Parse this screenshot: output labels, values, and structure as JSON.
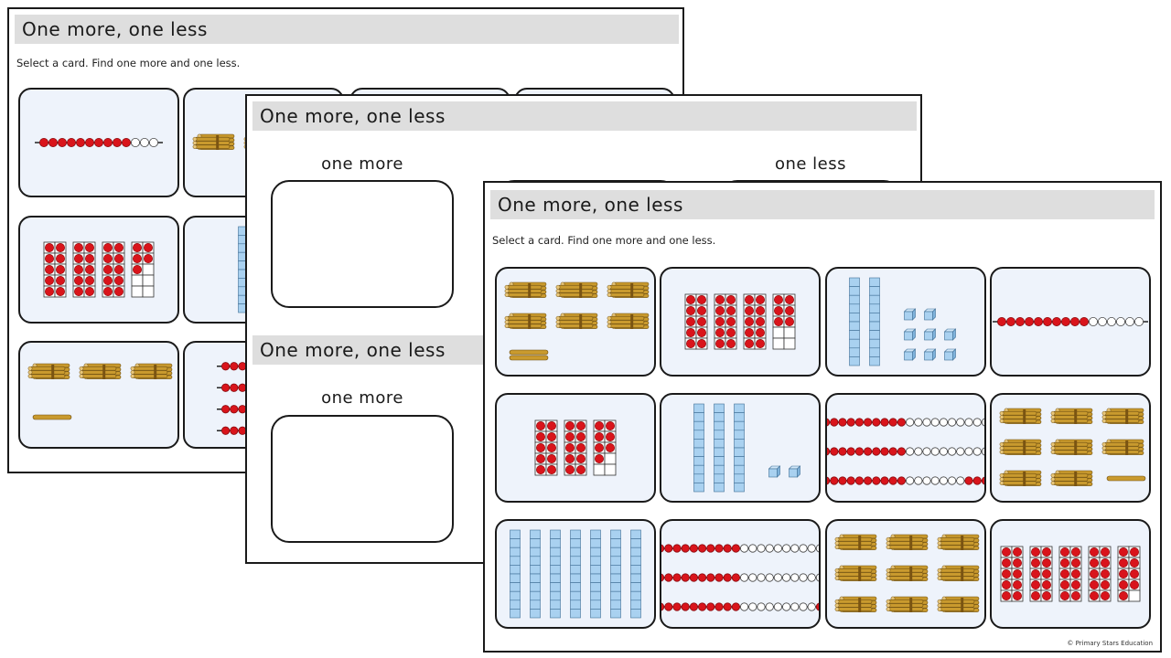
{
  "sheets": {
    "back": {
      "title": "One more, one less",
      "instruction": "Select a card. Find one more and one less."
    },
    "middle": {
      "title_top": "One more, one less",
      "title_bottom": "One more, one less",
      "one_more_top": "one more",
      "one_less_top": "one less",
      "one_more_bottom": "one more"
    },
    "front": {
      "title": "One more, one less",
      "instruction": "Select a card. Find one more and one less.",
      "copyright": "© Primary Stars Education"
    }
  },
  "cards": {
    "back": [
      {
        "type": "beadstring",
        "reds": [
          10
        ],
        "total": 13
      },
      {
        "type": "sticks",
        "bundles": 3,
        "singles": 0
      },
      {
        "type": "tenframes",
        "counts": [
          10,
          10,
          10,
          5
        ]
      },
      {
        "type": "blocks",
        "tens": 3,
        "ones": 0
      },
      {
        "type": "sticks",
        "bundles": 3,
        "singles": 1
      },
      {
        "type": "beadrows",
        "rows": [
          [
            10
          ],
          [
            10
          ],
          [
            10
          ],
          [
            10
          ]
        ],
        "total": 10
      }
    ],
    "front": [
      {
        "type": "sticks",
        "bundles": 6,
        "singles": 2
      },
      {
        "type": "tenframes",
        "counts": [
          10,
          10,
          10,
          6
        ]
      },
      {
        "type": "blocks",
        "tens": 2,
        "ones": 8
      },
      {
        "type": "beadstring",
        "reds": [
          10
        ],
        "total": 16
      },
      {
        "type": "tenframes",
        "counts": [
          10,
          10,
          7
        ]
      },
      {
        "type": "blocks",
        "tens": 3,
        "ones": 2
      },
      {
        "type": "beadrows",
        "rows": [
          [
            10
          ],
          [
            10
          ],
          [
            10,
            3
          ]
        ],
        "total": 20
      },
      {
        "type": "sticks",
        "bundles": 8,
        "singles": 1
      },
      {
        "type": "blocks",
        "tens": 7,
        "ones": 0
      },
      {
        "type": "beadrows",
        "rows": [
          [
            10
          ],
          [
            10
          ],
          [
            10,
            1
          ]
        ],
        "total": 20
      },
      {
        "type": "sticks",
        "bundles": 9,
        "singles": 0
      },
      {
        "type": "tenframes",
        "counts": [
          10,
          10,
          10,
          10,
          9
        ]
      }
    ]
  },
  "colors": {
    "bead_red": "#d9141b",
    "block_blue": "#a9d1f0",
    "stick_gold": "#c99a2e",
    "card_bg": "#eef3fb",
    "title_bg": "#dedede"
  }
}
